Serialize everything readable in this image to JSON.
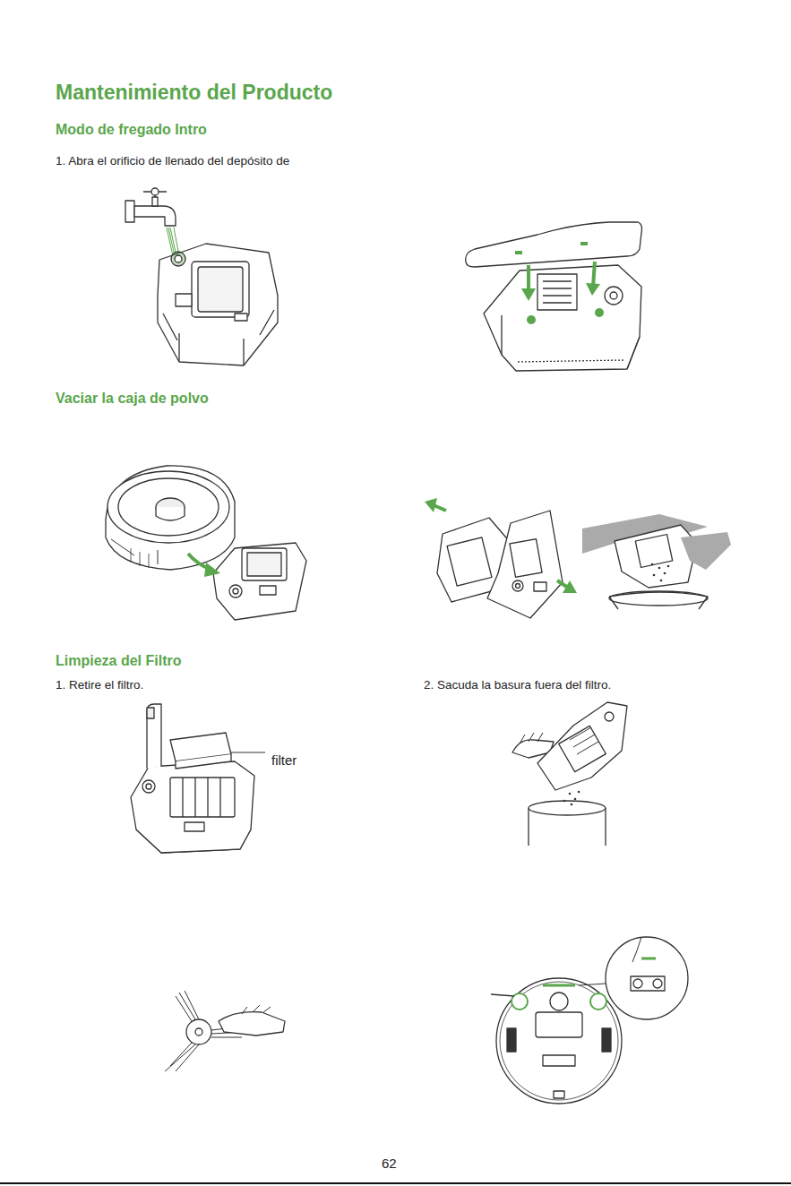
{
  "diagram": {
    "title": "Mantenimiento del Producto",
    "labels": [
      "Modo de fregado Intro",
      "1. Abra el orificio de llenado del depósito de",
      "Vaciar la caja de polvo",
      "Limpieza del Filtro",
      "1. Retire el filtro.",
      "2. Sacuda la basura fuera del filtro.",
      "filter",
      "62"
    ]
  }
}
